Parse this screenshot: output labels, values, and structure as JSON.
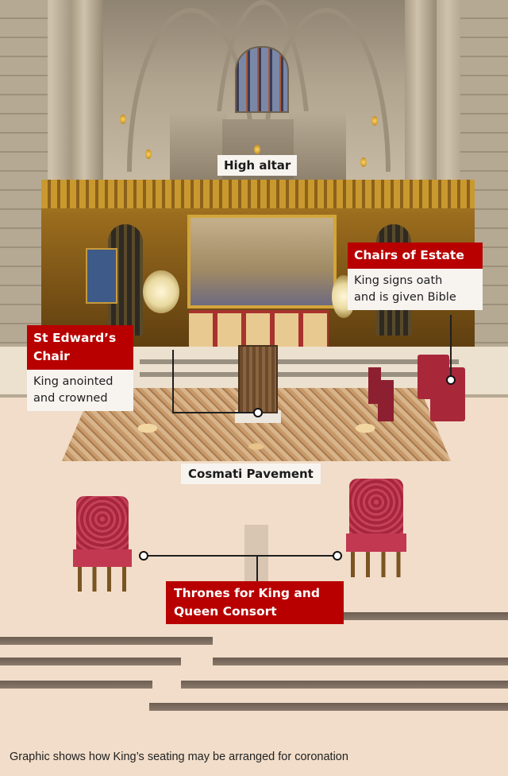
{
  "scene": {
    "title": "Westminster Abbey coronation seating arrangement",
    "colors": {
      "label_red": "#b80000",
      "label_white": "#f7f4f0",
      "leader_line": "#1f1f1f",
      "floor": "#f1ddc9"
    }
  },
  "labels": {
    "high_altar": {
      "title": "High altar"
    },
    "chairs_of_estate": {
      "title": "Chairs of Estate",
      "description_line1": "King signs oath",
      "description_line2": "and is given Bible"
    },
    "st_edwards_chair": {
      "title_line1": "St Edward’s",
      "title_line2": "Chair",
      "description_line1": "King anointed",
      "description_line2": "and crowned"
    },
    "cosmati_pavement": {
      "title": "Cosmati Pavement"
    },
    "thrones": {
      "title_line1": "Thrones for King and",
      "title_line2": "Queen Consort"
    }
  },
  "caption": "Graphic shows how King’s seating may be arranged for coronation"
}
